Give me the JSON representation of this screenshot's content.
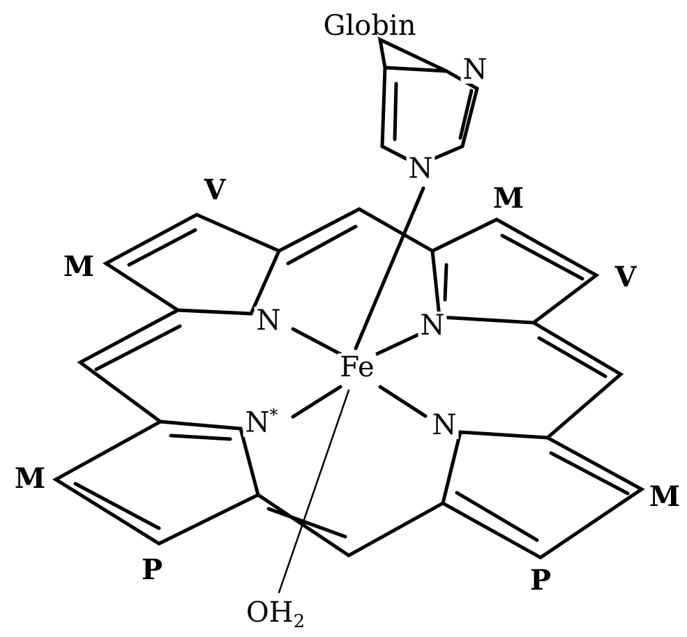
{
  "diagram": {
    "protein_label": "Globin",
    "water_ligand": {
      "main": "OH",
      "subscript": "2"
    },
    "atoms": {
      "imidazole_top_n": "N",
      "imidazole_bottom_n": "N",
      "pyrrole_tl_n": "N",
      "pyrrole_tr_n": "N",
      "pyrrole_bl_n": "N",
      "pyrrole_bl_mark": "*",
      "pyrrole_br_n": "N",
      "iron": "Fe"
    },
    "substituents": {
      "top_left_v": "V",
      "top_left_m": "M",
      "top_right_m": "M",
      "top_right_v": "V",
      "bottom_left_m": "M",
      "bottom_left_p": "P",
      "bottom_right_m": "M",
      "bottom_right_p": "P"
    }
  }
}
